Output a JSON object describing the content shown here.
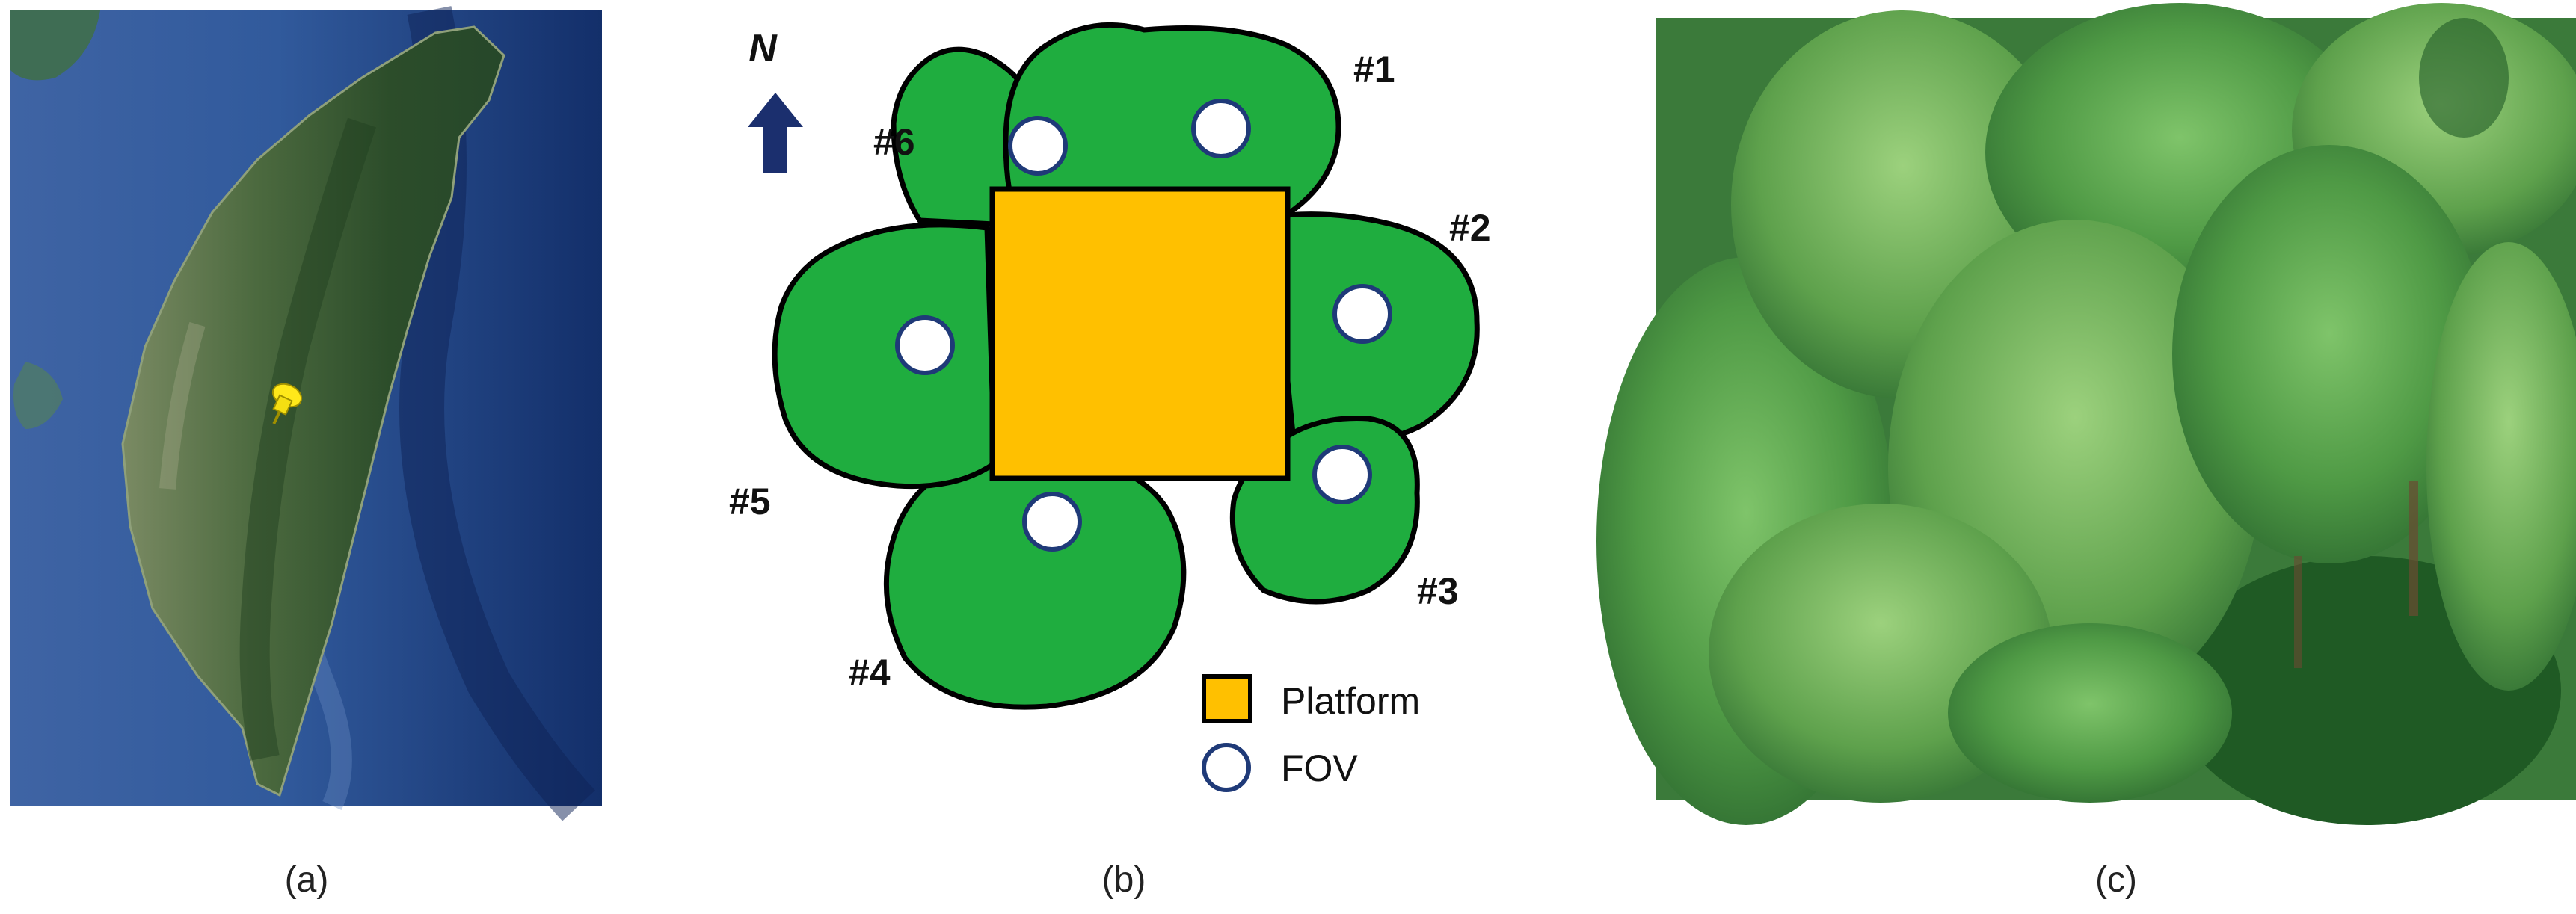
{
  "panels": {
    "a": {
      "caption": "(a)"
    },
    "b": {
      "caption": "(b)",
      "north_label": "N",
      "tree_labels": [
        "#1",
        "#2",
        "#3",
        "#4",
        "#5",
        "#6"
      ],
      "legend": {
        "platform": "Platform",
        "fov": "FOV"
      }
    },
    "c": {
      "caption": "(c)"
    }
  },
  "colors": {
    "tree_fill": "#1fad3f",
    "platform_fill": "#ffc000",
    "fov_ring": "#1f3a78",
    "north_arrow": "#1b2f6e"
  }
}
